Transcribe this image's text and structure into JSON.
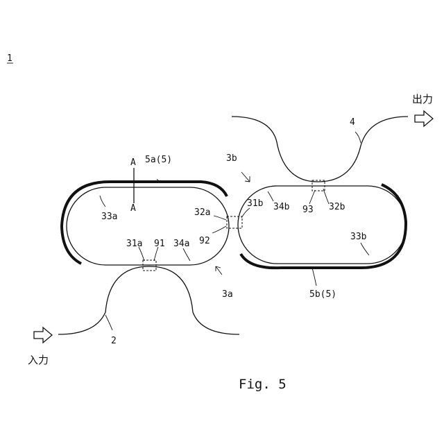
{
  "figure": {
    "caption": "Fig. 5",
    "device_ref": "1",
    "input_label": "入力",
    "output_label": "出力"
  },
  "labels": {
    "l_5a": "5a(5)",
    "l_a_top": "A",
    "l_a_bottom": "A",
    "l_33a": "33a",
    "l_32a": "32a",
    "l_92": "92",
    "l_31a": "31a",
    "l_91": "91",
    "l_34a": "34a",
    "l_3a": "3a",
    "l_3b": "3b",
    "l_31b": "31b",
    "l_34b": "34b",
    "l_93": "93",
    "l_32b": "32b",
    "l_33b": "33b",
    "l_5b": "5b(5)",
    "l_4": "4",
    "l_2": "2"
  }
}
